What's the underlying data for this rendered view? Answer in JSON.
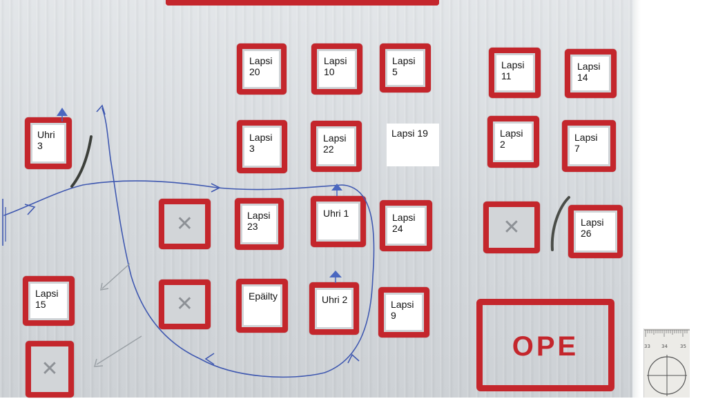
{
  "desks": [
    {
      "name": "desk-lapsi-20",
      "line1": "Lapsi",
      "line2": "20"
    },
    {
      "name": "desk-lapsi-10",
      "line1": "Lapsi",
      "line2": "10"
    },
    {
      "name": "desk-lapsi-5",
      "line1": "Lapsi",
      "line2": "5"
    },
    {
      "name": "desk-lapsi-11",
      "line1": "Lapsi",
      "line2": "11"
    },
    {
      "name": "desk-lapsi-14",
      "line1": "Lapsi",
      "line2": "14"
    },
    {
      "name": "desk-uhri-3",
      "line1": "Uhri",
      "line2": "3"
    },
    {
      "name": "desk-lapsi-3",
      "line1": "Lapsi",
      "line2": "3"
    },
    {
      "name": "desk-lapsi-22",
      "line1": "Lapsi",
      "line2": "22"
    },
    {
      "name": "desk-lapsi-2",
      "line1": "Lapsi",
      "line2": "2"
    },
    {
      "name": "desk-lapsi-7",
      "line1": "Lapsi",
      "line2": "7"
    },
    {
      "name": "desk-lapsi-23",
      "line1": "Lapsi",
      "line2": "23"
    },
    {
      "name": "desk-uhri-1",
      "line1": "Uhri 1",
      "line2": ""
    },
    {
      "name": "desk-lapsi-24",
      "line1": "Lapsi",
      "line2": "24"
    },
    {
      "name": "desk-lapsi-26",
      "line1": "Lapsi",
      "line2": "26"
    },
    {
      "name": "desk-lapsi-15",
      "line1": "Lapsi",
      "line2": "15"
    },
    {
      "name": "desk-epailty",
      "line1": "Epäilty",
      "line2": ""
    },
    {
      "name": "desk-uhri-2",
      "line1": "Uhri 2",
      "line2": ""
    },
    {
      "name": "desk-lapsi-9",
      "line1": "Lapsi",
      "line2": "9"
    }
  ],
  "floating_card": {
    "line1": "Lapsi 19"
  },
  "teacher_desk": {
    "label": "OPE"
  },
  "scale_card": {
    "ticks": [
      "33",
      "34",
      "35"
    ]
  },
  "colors": {
    "desk_border": "#c4262c",
    "route_line": "#3f58b0",
    "empty_mark": "#8d9196"
  }
}
